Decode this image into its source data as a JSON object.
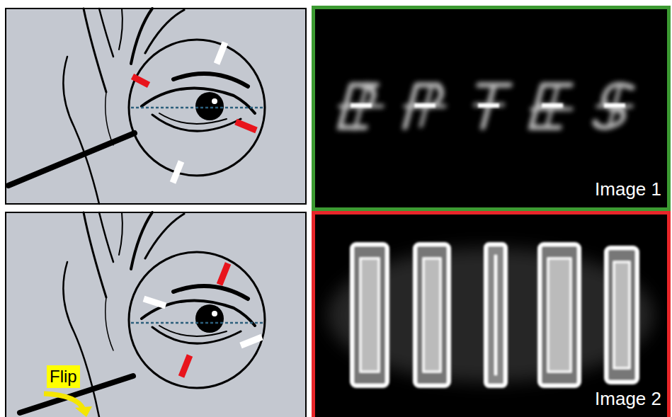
{
  "diagram": {
    "nodes": [
      {
        "text": [
          "Image 1"
        ]
      },
      {
        "text": [
          "Flip"
        ]
      },
      {
        "text": [
          "Image 2"
        ]
      }
    ]
  }
}
